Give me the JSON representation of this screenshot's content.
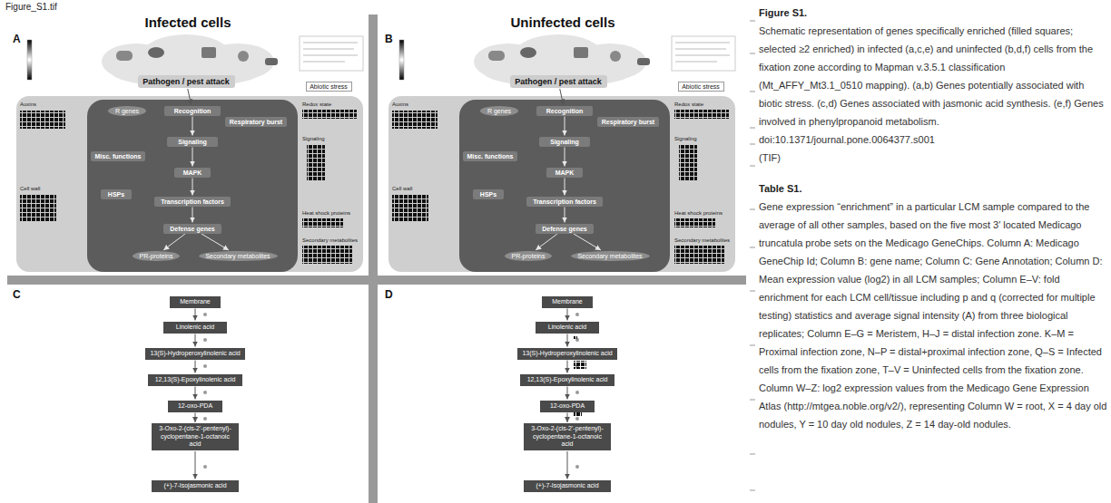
{
  "diagram": {
    "nodes": [
      {
        "text": [
          "A",
          "Infected cells"
        ]
      },
      {
        "text": [
          "Pathogen / pest attack"
        ],
        "in": 0
      },
      {
        "text": [
          "Abiotic stress"
        ],
        "in": 0
      },
      {
        "text": [
          "Recognition"
        ],
        "in": 0
      },
      {
        "text": [
          "R genes"
        ],
        "in": 0
      },
      {
        "text": [
          "Respiratory burst"
        ],
        "in": 0
      },
      {
        "text": [
          "Signaling"
        ],
        "in": 0
      },
      {
        "text": [
          "Misc. functions"
        ],
        "in": 0
      },
      {
        "text": [
          "MAPK"
        ],
        "in": 0
      },
      {
        "text": [
          "HSPs"
        ],
        "in": 0
      },
      {
        "text": [
          "Transcription factors"
        ],
        "in": 0
      },
      {
        "text": [
          "Defense genes"
        ],
        "in": 0
      },
      {
        "text": [
          "PR-proteins"
        ],
        "in": 0
      },
      {
        "text": [
          "Secondary metabolites"
        ],
        "in": 0
      },
      {
        "text": [
          "B",
          "Uninfected cells"
        ]
      },
      {
        "text": [
          "Pathogen / pest attack"
        ],
        "in": 14
      },
      {
        "text": [
          "Abiotic stress"
        ],
        "in": 14
      },
      {
        "text": [
          "Recognition"
        ],
        "in": 14
      },
      {
        "text": [
          "R genes"
        ],
        "in": 14
      },
      {
        "text": [
          "Respiratory burst"
        ],
        "in": 14
      },
      {
        "text": [
          "Signaling"
        ],
        "in": 14
      },
      {
        "text": [
          "Misc. functions"
        ],
        "in": 14
      },
      {
        "text": [
          "MAPK"
        ],
        "in": 14
      },
      {
        "text": [
          "HSPs"
        ],
        "in": 14
      },
      {
        "text": [
          "Transcription factors"
        ],
        "in": 14
      },
      {
        "text": [
          "Defense genes"
        ],
        "in": 14
      },
      {
        "text": [
          "PR-proteins"
        ],
        "in": 14
      },
      {
        "text": [
          "Secondary metabolites"
        ],
        "in": 14
      },
      {
        "text": [
          "C"
        ]
      },
      {
        "text": [
          "Membrane"
        ],
        "in": 28
      },
      {
        "text": [
          "Linolenic acid"
        ],
        "in": 28
      },
      {
        "text": [
          "13(S)-Hydroperoxylinolenic acid"
        ],
        "in": 28
      },
      {
        "text": [
          "12,13(S)-Epoxylinolenic acid"
        ],
        "in": 28
      },
      {
        "text": [
          "12-oxo-PDA"
        ],
        "in": 28
      },
      {
        "text": [
          "3-Oxo-2-(cis-2'-pentenyl)-cyclopentane-1-octanoic acid"
        ],
        "in": 28
      },
      {
        "text": [
          "(+)-7-Isojasmonic acid"
        ],
        "in": 28
      },
      {
        "text": [
          "D"
        ]
      },
      {
        "text": [
          "Membrane"
        ],
        "in": 36
      },
      {
        "text": [
          "Linolenic acid"
        ],
        "in": 36
      },
      {
        "text": [
          "13(S)-Hydroperoxylinolenic acid"
        ],
        "in": 36
      },
      {
        "text": [
          "12,13(S)-Epoxylinolenic acid"
        ],
        "in": 36
      },
      {
        "text": [
          "12-oxo-PDA"
        ],
        "in": 36
      },
      {
        "text": [
          "3-Oxo-2-(cis-2'-pentenyl)-cyclopentane-1-octanoic acid"
        ],
        "in": 36
      },
      {
        "text": [
          "(+)-7-Isojasmonic acid"
        ],
        "in": 36
      }
    ],
    "edges": [
      {
        "from": 1,
        "to": 3,
        "arrow": "to"
      },
      {
        "from": 3,
        "to": 6,
        "arrow": "to"
      },
      {
        "from": 6,
        "to": 8,
        "arrow": "to"
      },
      {
        "from": 8,
        "to": 10,
        "arrow": "to"
      },
      {
        "from": 10,
        "to": 11,
        "arrow": "to"
      },
      {
        "from": 11,
        "to": 12,
        "arrow": "to"
      },
      {
        "from": 11,
        "to": 13,
        "arrow": "to"
      },
      {
        "from": 15,
        "to": 17,
        "arrow": "to"
      },
      {
        "from": 17,
        "to": 20,
        "arrow": "to"
      },
      {
        "from": 20,
        "to": 22,
        "arrow": "to"
      },
      {
        "from": 22,
        "to": 24,
        "arrow": "to"
      },
      {
        "from": 24,
        "to": 25,
        "arrow": "to"
      },
      {
        "from": 25,
        "to": 26,
        "arrow": "to"
      },
      {
        "from": 25,
        "to": 27,
        "arrow": "to"
      },
      {
        "from": 29,
        "to": 30,
        "arrow": "to"
      },
      {
        "from": 30,
        "to": 31,
        "arrow": "to"
      },
      {
        "from": 31,
        "to": 32,
        "arrow": "to"
      },
      {
        "from": 32,
        "to": 33,
        "arrow": "to"
      },
      {
        "from": 33,
        "to": 34,
        "arrow": "to"
      },
      {
        "from": 34,
        "to": 35,
        "arrow": "to"
      },
      {
        "from": 37,
        "to": 38,
        "arrow": "to"
      },
      {
        "from": 38,
        "to": 39,
        "arrow": "to"
      },
      {
        "from": 39,
        "to": 40,
        "arrow": "to"
      },
      {
        "from": 40,
        "to": 41,
        "arrow": "to"
      },
      {
        "from": 41,
        "to": 42,
        "arrow": "to"
      },
      {
        "from": 42,
        "to": 43,
        "arrow": "to"
      }
    ],
    "labels": [
      "Figure_S1.tif",
      "Auxins",
      "Cell wall",
      "Redox state",
      "Signaling",
      "Heat shock proteins",
      "Secondary metabolites",
      "Auxins",
      "Cell wall",
      "Redox state",
      "Signaling",
      "Heat shock proteins",
      "Secondary metabolites",
      "Figure S1.",
      "Schematic representation of genes specifically enriched (filled squares; selected ≥2 enriched) in infected (a,c,e) and uninfected (b,d,f) cells from the fixation zone according to Mapman v.3.5.1 classification (Mt_AFFY_Mt3.1_0510 mapping). (a,b) Genes potentially associated with biotic stress. (c,d) Genes associated with jasmonic acid synthesis. (e,f) Genes involved in phenylpropanoid metabolism.",
      "doi:10.1371/journal.pone.0064377.s001",
      "(TIF)",
      "Table S1.",
      "Gene expression “enrichment” in a particular LCM sample compared to the average of all other samples, based on the five most 3′ located Medicago truncatula probe sets on the Medicago GeneChips. Column A: Medicago GeneChip Id; Column B: gene name; Column C: Gene Annotation; Column D: Mean expression value (log2) in all LCM samples; Column E–V: fold enrichment for each LCM cell/tissue including p and q (corrected for multiple testing) statistics and average signal intensity (A) from three biological replicates; Column E–G = Meristem, H–J = distal infection zone. K–M = Proximal infection zone, N–P = distal+proximal infection zone, Q–S = Infected cells from the fixation zone, T–V = Uninfected cells from the fixation zone. Column W–Z: log2 expression values from the Medicago Gene Expression Atlas (http://mtgea.noble.org/v2/), representing Column W = root, X = 4 day old nodules, Y = 10 day old nodules, Z = 14 day-old nodules."
    ]
  }
}
